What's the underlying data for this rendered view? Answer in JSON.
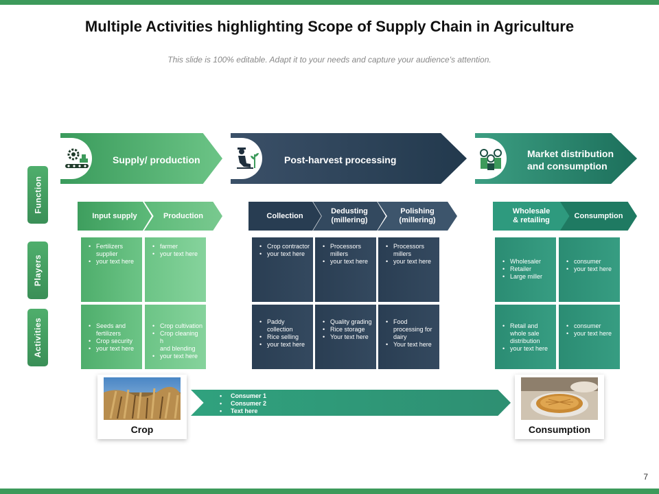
{
  "title": "Multiple Activities highlighting Scope of Supply Chain in Agriculture",
  "subtitle": "This slide is 100% editable. Adapt it to your needs and capture your audience's attention.",
  "page_number": "7",
  "colors": {
    "accent_green": "#3d9a5b",
    "navy": "#283d52",
    "teal": "#1f7a62"
  },
  "side_labels": {
    "function": "Function",
    "players": "Players",
    "activities": "Activities"
  },
  "stages": [
    {
      "label": "Supply/ production",
      "icon": "gear-conveyor-icon"
    },
    {
      "label": "Post-harvest processing",
      "icon": "farmer-plant-icon"
    },
    {
      "label_line1": "Market distribution",
      "label_line2": "and consumption",
      "icon": "consumers-group-icon"
    }
  ],
  "subfunctions": [
    {
      "line1": "Input supply"
    },
    {
      "line1": "Production"
    },
    {
      "line1": "Collection"
    },
    {
      "line1": "Dedusting",
      "line2": "(millering)"
    },
    {
      "line1": "Polishing",
      "line2": "(millering)"
    },
    {
      "line1": "Wholesale",
      "line2": "& retailing"
    },
    {
      "line1": "Consumption"
    }
  ],
  "players": [
    [
      "Fertilizers supplier",
      "your text here"
    ],
    [
      "farmer",
      "your text here"
    ],
    [
      "Crop contractor",
      "your text here"
    ],
    [
      "Processors millers",
      "your text here"
    ],
    [
      "Processors millers",
      "your text here"
    ],
    [
      "Wholesaler",
      "Retailer",
      "Large miller"
    ],
    [
      "consumer",
      "your text here"
    ]
  ],
  "activities": [
    [
      "Seeds and fertilizers",
      "Crop security",
      "your text here"
    ],
    [
      "Crop cultivation",
      "Crop cleaning h",
      "and blending",
      "your text here"
    ],
    [
      "Paddy collection",
      "Rice selling",
      "your text here"
    ],
    [
      "Quality grading",
      "Rice storage",
      "Your text here"
    ],
    [
      "Food processing for dairy",
      "Your text here"
    ],
    [
      "Retail and whole sale distribution",
      "your text here"
    ],
    [
      "consumer",
      "your text here"
    ]
  ],
  "flow": {
    "start_label": "Crop",
    "end_label": "Consumption",
    "items": [
      "Consumer 1",
      "Consumer 2",
      "Text here"
    ]
  }
}
